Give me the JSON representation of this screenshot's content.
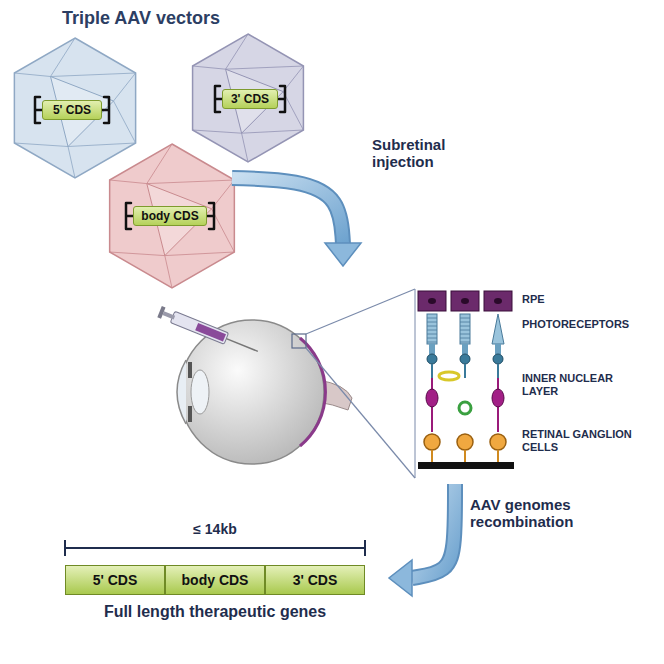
{
  "diagram": {
    "title": "Triple AAV vectors",
    "nodes": [
      {
        "text": [
          "5' CDS"
        ]
      },
      {
        "text": [
          "3' CDS"
        ]
      },
      {
        "text": [
          "body CDS"
        ]
      },
      {
        "text": [
          "5' CDS"
        ]
      },
      {
        "text": [
          "body CDS"
        ]
      },
      {
        "text": [
          "3' CDS"
        ]
      }
    ],
    "labels": [
      "Subretinal injection",
      "RPE",
      "PHOTORECEPTORS",
      "INNER NUCLEAR LAYER",
      "RETINAL GANGLION CELLS",
      "AAV genomes recombination",
      "≤ 14kb",
      "Full length therapeutic genes"
    ]
  }
}
